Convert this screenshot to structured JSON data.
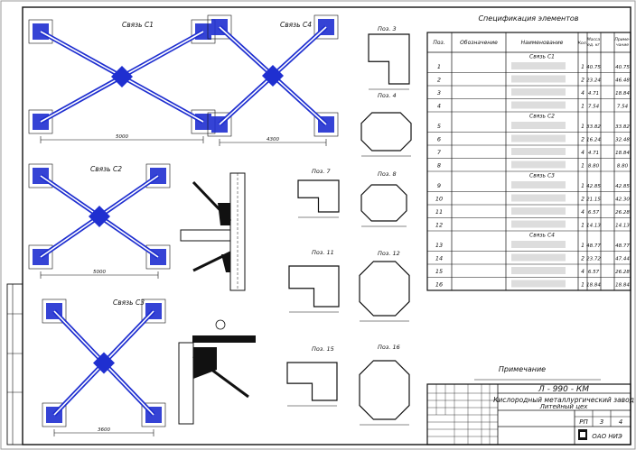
{
  "views": [
    {
      "key": "s1",
      "label": "Связь С1",
      "dim_bottom": "5000"
    },
    {
      "key": "s4",
      "label": "Связь С4",
      "dim_bottom": "4300"
    },
    {
      "key": "s2",
      "label": "Связь С2",
      "dim_bottom": "5000"
    },
    {
      "key": "s3",
      "label": "Связь С3",
      "dim_bottom": "3600"
    }
  ],
  "positions": [
    {
      "label": "Поз. 3"
    },
    {
      "label": "Поз. 4"
    },
    {
      "label": "Поз. 7"
    },
    {
      "label": "Поз. 8"
    },
    {
      "label": "Поз. 11"
    },
    {
      "label": "Поз. 12"
    },
    {
      "label": "Поз. 15"
    },
    {
      "label": "Поз. 16"
    }
  ],
  "spec": {
    "title": "Спецификация элементов",
    "headers": {
      "pos": "Поз.",
      "designation": "Обозначение",
      "name": "Наименование",
      "qty": "Кол.",
      "mass": "Масса ед. кг",
      "note": "Приме- чание"
    },
    "groups": [
      {
        "name": "Связь С1",
        "rows": [
          {
            "pos": "1",
            "qty": "1",
            "mass": "40.75",
            "total": "40.75"
          },
          {
            "pos": "2",
            "qty": "2",
            "mass": "23.24",
            "total": "46.48"
          },
          {
            "pos": "3",
            "qty": "4",
            "mass": "4.71",
            "total": "18.84"
          },
          {
            "pos": "4",
            "qty": "1",
            "mass": "7.54",
            "total": "7.54"
          }
        ]
      },
      {
        "name": "Связь С2",
        "rows": [
          {
            "pos": "5",
            "qty": "1",
            "mass": "33.82",
            "total": "33.82"
          },
          {
            "pos": "6",
            "qty": "2",
            "mass": "16.24",
            "total": "32.48"
          },
          {
            "pos": "7",
            "qty": "4",
            "mass": "4.71",
            "total": "18.84"
          },
          {
            "pos": "8",
            "qty": "1",
            "mass": "8.80",
            "total": "8.80"
          }
        ]
      },
      {
        "name": "Связь С3",
        "rows": [
          {
            "pos": "9",
            "qty": "1",
            "mass": "42.85",
            "total": "42.85"
          },
          {
            "pos": "10",
            "qty": "2",
            "mass": "21.15",
            "total": "42.30"
          },
          {
            "pos": "11",
            "qty": "4",
            "mass": "6.57",
            "total": "26.28"
          },
          {
            "pos": "12",
            "qty": "1",
            "mass": "14.13",
            "total": "14.13"
          }
        ]
      },
      {
        "name": "Связь С4",
        "rows": [
          {
            "pos": "13",
            "qty": "1",
            "mass": "48.77",
            "total": "48.77"
          },
          {
            "pos": "14",
            "qty": "2",
            "mass": "23.72",
            "total": "47.44"
          },
          {
            "pos": "15",
            "qty": "4",
            "mass": "6.57",
            "total": "26.28"
          },
          {
            "pos": "16",
            "qty": "1",
            "mass": "18.84",
            "total": "18.84"
          }
        ]
      }
    ]
  },
  "note": {
    "title": "Примечание"
  },
  "stamp": {
    "code": "Л - 990 - КМ",
    "project_title": "Кислородный металлургический завод",
    "project_subtitle": "Литейный цех",
    "stage": "РП",
    "sheet": "3",
    "sheets": "4",
    "org": "ОАО НИЭ"
  }
}
